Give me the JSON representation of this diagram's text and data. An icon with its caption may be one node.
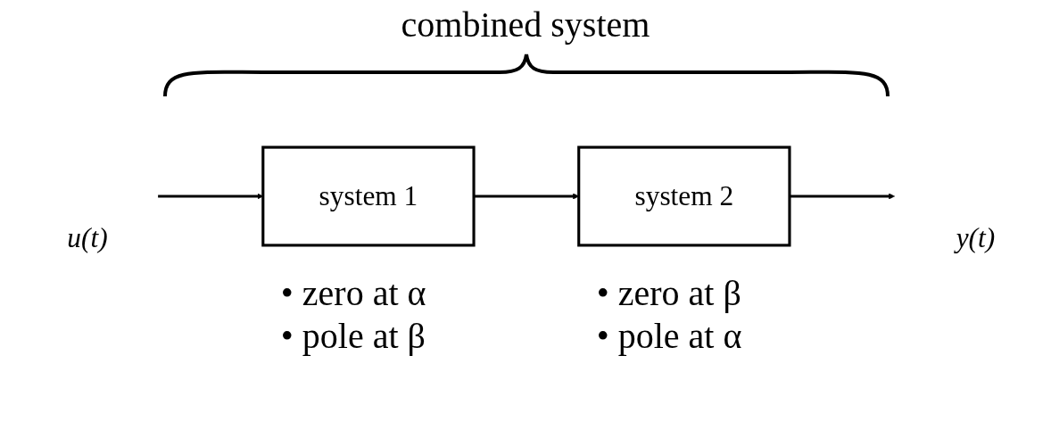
{
  "diagram": {
    "nodes": [
      {
        "text": [
          "u(t)"
        ]
      },
      {
        "text": [
          "system 1"
        ],
        "beside": [
          "• zero at α",
          "• pole at β"
        ]
      },
      {
        "text": [
          "system 2"
        ],
        "beside": [
          "• zero at β",
          "• pole at α"
        ]
      },
      {
        "text": [
          "y(t)"
        ]
      }
    ],
    "edges": [
      {
        "from": 0,
        "to": 1,
        "arrow": "to"
      },
      {
        "from": 1,
        "to": 2,
        "arrow": "to"
      },
      {
        "from": 2,
        "to": 3,
        "arrow": "to"
      }
    ],
    "labels": [
      "combined system"
    ]
  }
}
